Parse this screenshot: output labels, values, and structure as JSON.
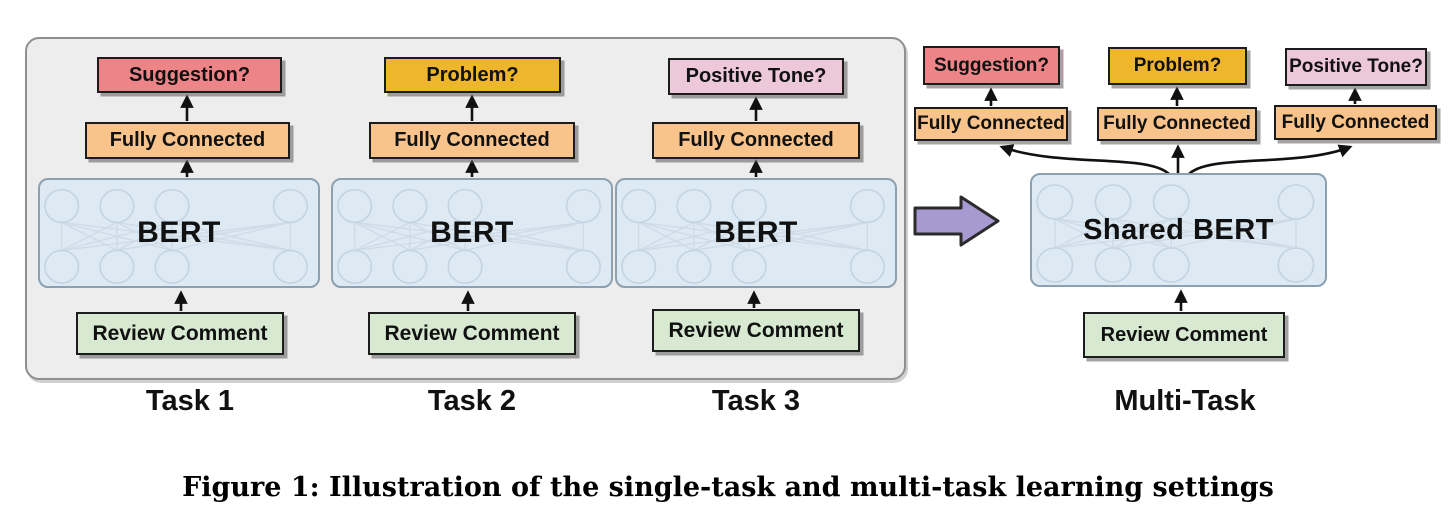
{
  "diagram": {
    "single_task": {
      "tasks": [
        {
          "label": "Task 1",
          "output": "Suggestion?",
          "output_color": "#ed8487",
          "fully_connected": "Fully Connected",
          "encoder": "BERT",
          "input": "Review Comment"
        },
        {
          "label": "Task 2",
          "output": "Problem?",
          "output_color": "#eeb62c",
          "fully_connected": "Fully Connected",
          "encoder": "BERT",
          "input": "Review Comment"
        },
        {
          "label": "Task 3",
          "output": "Positive Tone?",
          "output_color": "#ecc8d8",
          "fully_connected": "Fully Connected",
          "encoder": "BERT",
          "input": "Review Comment"
        }
      ]
    },
    "multi_task": {
      "label": "Multi-Task",
      "outputs": [
        {
          "label": "Suggestion?",
          "color": "#ed8487"
        },
        {
          "label": "Problem?",
          "color": "#eeb62c"
        },
        {
          "label": "Positive Tone?",
          "color": "#ecc8d8"
        }
      ],
      "fully_connected": "Fully Connected",
      "encoder": "Shared BERT",
      "input": "Review Comment"
    },
    "colors": {
      "panel_background": "#ededee",
      "fully_connected": "#f9c38c",
      "input": "#d7e9d1",
      "encoder": "#dde9f3",
      "transform_arrow": "#a79ad1",
      "connector": "#111111"
    }
  },
  "caption": "Figure 1: Illustration of the single-task and multi-task learning settings"
}
